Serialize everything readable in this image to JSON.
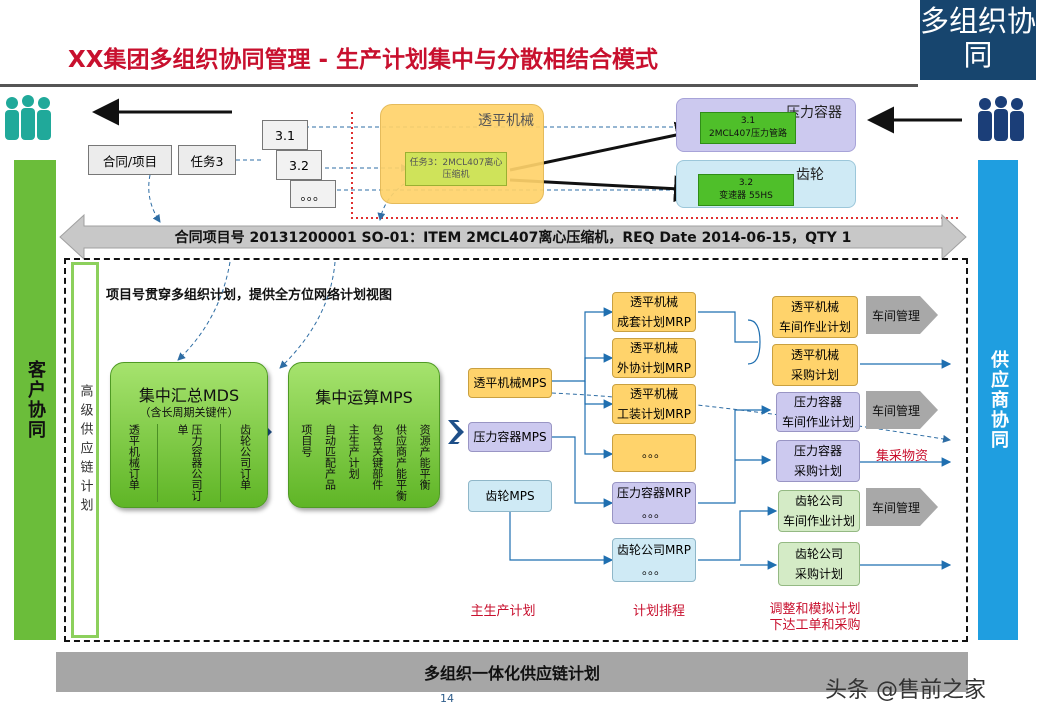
{
  "slide": {
    "title": "XX集团多组织协同管理 - 生产计划集中与分散相结合模式",
    "corner_label": "多组织协同",
    "page_number": "14",
    "watermark": "头条 @售前之家"
  },
  "top": {
    "contract_project": "合同/项目",
    "task3": "任务3",
    "sub_3_1": "3.1",
    "sub_3_2": "3.2",
    "sub_more": "。。。",
    "org1_name": "透平机械",
    "org1_task": "任务3：2MCL407离心压缩机",
    "org2_name": "压力容器",
    "org2_code": "3.1",
    "org2_item": "2MCL407压力管路",
    "org3_name": "齿轮",
    "org3_code": "3.2",
    "org3_item": "变速器 55HS"
  },
  "banner": "合同项目号 20131200001 SO-01：ITEM 2MCL407离心压缩机，REQ Date 2014-06-15，QTY 1",
  "side": {
    "customer": "客户协同",
    "supplier": "供应商协同",
    "inner": "高级供应链计划"
  },
  "note": "项目号贯穿多组织计划，提供全方位网络计划视图",
  "mds": {
    "title": "集中汇总MDS",
    "subtitle": "（含长周期关键件）",
    "cols": [
      "透平机械订单",
      "压力容器公司订单",
      "齿轮公司订单"
    ]
  },
  "mps": {
    "title": "集中运算MPS",
    "cols": [
      "项目号",
      "自动匹配产品",
      "主生产计划",
      "包含关键部件",
      "供应商产能平衡",
      "资源产能平衡"
    ]
  },
  "mps_units": [
    "透平机械MPS",
    "压力容器MPS",
    "齿轮MPS"
  ],
  "mrp": [
    {
      "line1": "透平机械",
      "line2": "成套计划MRP"
    },
    {
      "line1": "透平机械",
      "line2": "外协计划MRP"
    },
    {
      "line1": "透平机械",
      "line2": "工装计划MRP"
    },
    {
      "line1": "。。。",
      "line2": ""
    },
    {
      "line1": "压力容器MRP",
      "line2": "。。。"
    },
    {
      "line1": "齿轮公司MRP",
      "line2": "。。。"
    }
  ],
  "exec": [
    {
      "line1": "透平机械",
      "line2": "车间作业计划"
    },
    {
      "line1": "透平机械",
      "line2": "采购计划"
    },
    {
      "line1": "压力容器",
      "line2": "车间作业计划"
    },
    {
      "line1": "压力容器",
      "line2": "采购计划"
    },
    {
      "line1": "齿轮公司",
      "line2": "车间作业计划"
    },
    {
      "line1": "齿轮公司",
      "line2": "采购计划"
    }
  ],
  "workshop": "车间管理",
  "central_purchase": "集采物资",
  "stage_labels": {
    "main": "主生产计划",
    "schedule": "计划排程",
    "adjust": "调整和模拟计划\n下达工单和采购"
  },
  "bottom_bar": "多组织一体化供应链计划",
  "colors": {
    "title_red": "#c8102e",
    "corner_blue": "#17456e",
    "customer_green": "#6bbd3a",
    "supplier_blue": "#1f9ee0"
  }
}
